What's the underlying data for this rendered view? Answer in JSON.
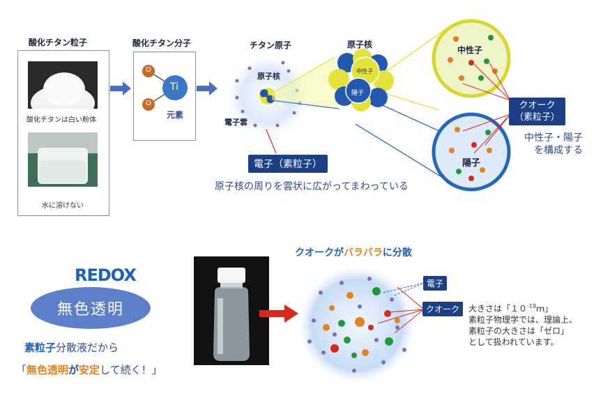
{
  "section1": {
    "particle": {
      "title": "酸化チタン粒子",
      "caption_powder": "酸化チタンは白い粉体",
      "caption_water": "水に溶けない"
    },
    "molecule": {
      "title": "酸化チタン分子",
      "o_label": "O",
      "ti_label": "Ti",
      "element_label": "元素"
    },
    "atom": {
      "title": "チタン原子",
      "nucleus_label": "原子核",
      "cloud_label": "電子雲"
    },
    "nucleus": {
      "title": "原子核",
      "neutron_label": "中性子",
      "proton_label": "陽子"
    },
    "neutron_big_label": "中性子",
    "proton_big_label": "陽子",
    "quark_tag": {
      "line1": "クオーク",
      "line2": "（素粒子）"
    },
    "quark_note": {
      "line1": "中性子・陽子",
      "line2": "を構成する"
    },
    "electron_tag": "電子（素粒子）",
    "electron_note": "原子核の周りを雲状に広がってまわっている"
  },
  "section2": {
    "brand": "REDOX",
    "badge": "無色透明",
    "line1_strong": "素粒子",
    "line1_rest": "分散液だから",
    "line2_open": "「",
    "line2_orange1": "無色透明",
    "line2_blue": "が",
    "line2_orange2": "安定",
    "line2_rest": "して続く！」",
    "disperse_title_a": "クオークが",
    "disperse_title_b": "バラバラ",
    "disperse_title_c": "に分散",
    "electron_tag": "電子",
    "quark_tag": "クオーク",
    "size_note": {
      "l1a": "大きさは「１０",
      "l1exp": "-19",
      "l1b": "ｍ」",
      "l2": "素粒子物理学では、理論上、",
      "l3": "素粒子の大きさは「ゼロ」",
      "l4": "として扱われています。"
    }
  },
  "colors": {
    "navy": "#1d3f86",
    "arrow": "#4a6fb8",
    "orange": "#e38220",
    "red_arrow": "#d9281e",
    "badge": "#5b7fc8"
  }
}
